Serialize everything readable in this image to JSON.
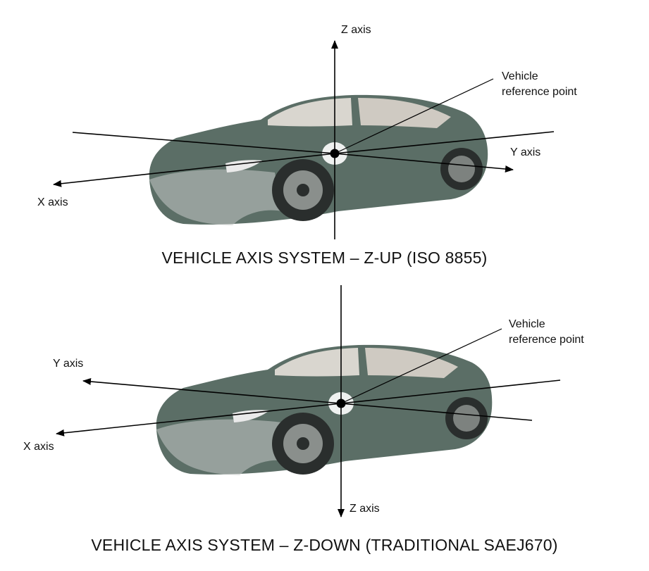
{
  "top": {
    "caption": "VEHICLE AXIS SYSTEM – Z-UP (ISO 8855)",
    "z_label": "Z axis",
    "y_label": "Y axis",
    "x_label": "X axis",
    "ref_line1": "Vehicle",
    "ref_line2": "reference point"
  },
  "bottom": {
    "caption": "VEHICLE AXIS SYSTEM – Z-DOWN (TRADITIONAL SAEJ670)",
    "z_label": "Z axis",
    "y_label": "Y axis",
    "x_label": "X axis",
    "ref_line1": "Vehicle",
    "ref_line2": "reference point"
  },
  "colors": {
    "car_body": "#5b6e66",
    "car_dark": "#3c4a45",
    "car_glass": "#d9d6cf",
    "tire": "#2a2e2d",
    "axis": "#000000"
  }
}
